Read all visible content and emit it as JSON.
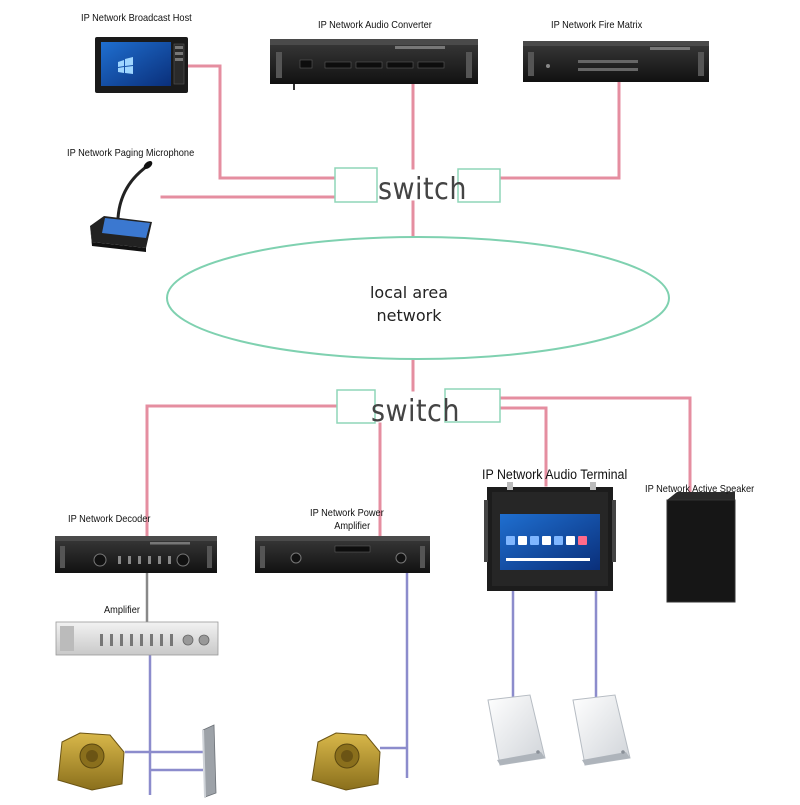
{
  "labels": {
    "broadcast_host": "IP Network Broadcast Host",
    "audio_converter": "IP Network Audio Converter",
    "fire_matrix": "IP Network Fire Matrix",
    "paging_microphone": "IP Network Paging Microphone",
    "switch_top": "switch",
    "lan_line1": "local area",
    "lan_line2": "network",
    "switch_bottom": "switch",
    "audio_terminal": "IP Network Audio Terminal",
    "active_speaker": "IP Network Active Speaker",
    "decoder": "IP Network Decoder",
    "power_amp_line1": "IP Network Power",
    "power_amp_line2": "Amplifier",
    "amplifier": "Amplifier"
  },
  "colors": {
    "network_link": "#e58ea0",
    "audio_link": "#8c8ccc",
    "switch_outline": "#8fd6b8",
    "lan_outline": "#7fd1b0",
    "device_dark": "#1c1c1c"
  },
  "icons": {
    "broadcast_host": "monitor-icon",
    "audio_converter": "rack-unit-icon",
    "fire_matrix": "rack-unit-icon",
    "paging_microphone": "gooseneck-mic-icon",
    "decoder": "rack-unit-icon",
    "power_amp": "rack-unit-icon",
    "amplifier": "rack-unit-icon",
    "audio_terminal": "touchscreen-panel-icon",
    "active_speaker": "speaker-cabinet-icon",
    "rock_speaker": "rock-speaker-icon",
    "column_speaker": "column-speaker-icon",
    "wall_speaker": "wall-speaker-icon"
  }
}
